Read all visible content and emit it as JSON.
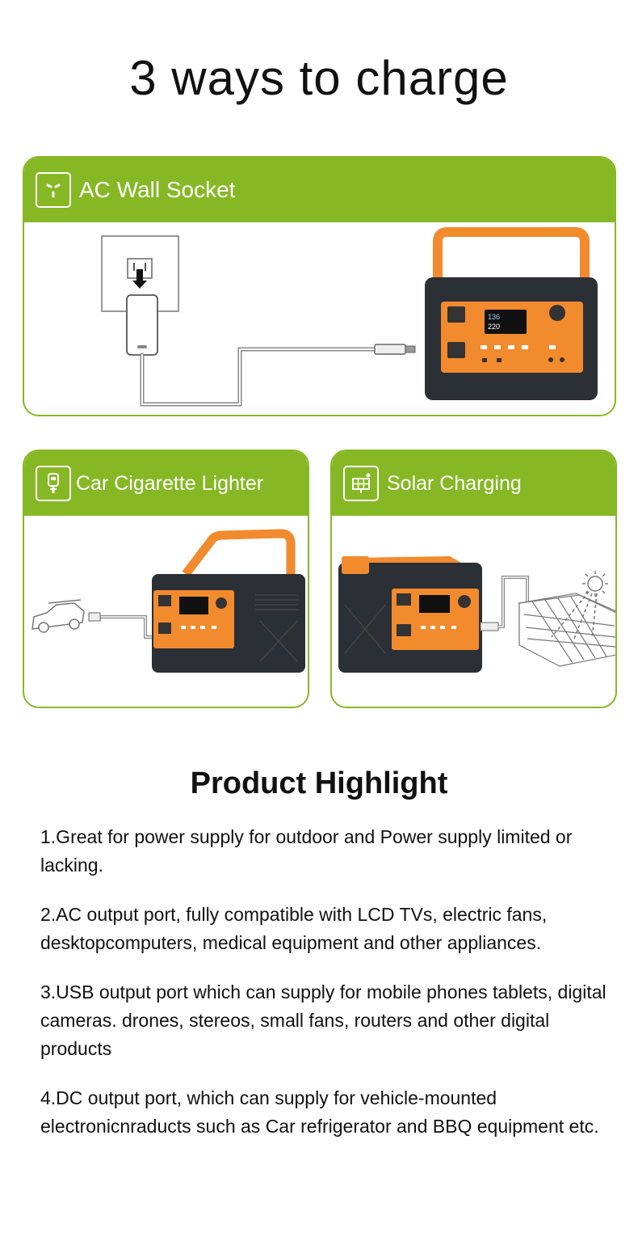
{
  "page": {
    "title": "3 ways to charge"
  },
  "cards": {
    "ac": {
      "title": "AC Wall Socket",
      "icon": "wall-socket-icon"
    },
    "car": {
      "title": "Car Cigarette Lighter",
      "icon": "car-charger-icon"
    },
    "solar": {
      "title": "Solar Charging",
      "icon": "solar-panel-icon"
    }
  },
  "device": {
    "screen_line1": "136",
    "screen_line2": "220"
  },
  "highlights": {
    "title": "Product Highlight",
    "items": [
      "1.Great for power supply for outdoor and Power supply limited or lacking.",
      "2.AC output port, fully compatible with LCD TVs, electric fans, desktopcomputers, medical equipment and other appliances.",
      "3.USB output port which can supply for mobile phones tablets, digital   cameras. drones, stereos, small fans, routers and other digital products",
      "4.DC output port, which can supply for vehicle-mounted electronicnraducts such as Car refrigerator and BBQ equipment etc."
    ]
  },
  "colors": {
    "accent_green": "#86b825",
    "device_orange": "#f28a2e",
    "device_body": "#2b2f36"
  }
}
